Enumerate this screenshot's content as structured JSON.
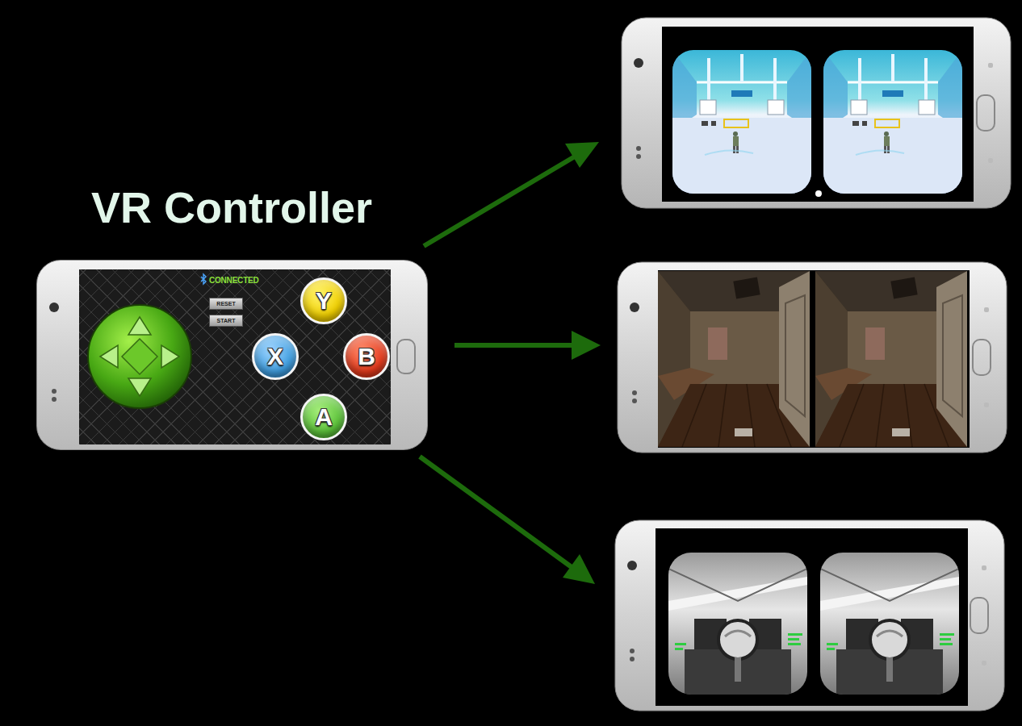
{
  "diagram": {
    "title": "VR Controller",
    "nodes": [
      {
        "text": [
          "CONNECTED"
        ]
      },
      {
        "text": [
          "RESET"
        ],
        "in": 0
      },
      {
        "text": [
          "START"
        ],
        "in": 0
      },
      {
        "text": [
          "Y"
        ],
        "in": 0
      },
      {
        "text": [
          "X"
        ],
        "in": 0
      },
      {
        "text": [
          "B"
        ],
        "in": 0
      },
      {
        "text": [
          "A"
        ],
        "in": 0
      }
    ]
  }
}
